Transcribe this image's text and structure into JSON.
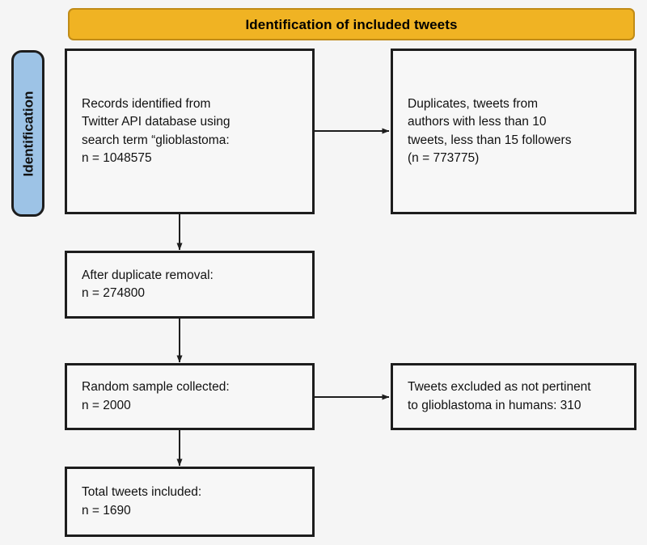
{
  "banner": {
    "title": "Identification of included tweets",
    "background_color": "#f0b323",
    "border_color": "#c08b17"
  },
  "stage_pill": {
    "label": "Identification",
    "background_color": "#9dc3e6",
    "border_color": "#1d1d1d",
    "orientation": "vertical"
  },
  "boxes": {
    "records_identified": {
      "text": "Records identified from\nTwitter API database using\nsearch term “glioblastoma:\nn = 1048575",
      "n": 1048575
    },
    "duplicates_removed": {
      "text": "Duplicates, tweets from\nauthors with less than 10\ntweets, less than 15 followers\n(n = 773775)",
      "n": 773775
    },
    "after_duplicate_removal": {
      "text": "After duplicate removal:\nn = 274800",
      "n": 274800
    },
    "random_sample": {
      "text": "Random sample collected:\nn = 2000",
      "n": 2000
    },
    "excluded_not_pertinent": {
      "text": "Tweets excluded as not pertinent\nto glioblastoma in humans: 310",
      "n": 310
    },
    "total_included": {
      "text": "Total tweets included:\nn = 1690",
      "n": 1690
    }
  },
  "colors": {
    "page_background": "#f5f5f5",
    "box_background": "#f7f7f7",
    "box_border": "#1d1d1d",
    "text": "#111111",
    "connector": "#1d1d1d"
  }
}
